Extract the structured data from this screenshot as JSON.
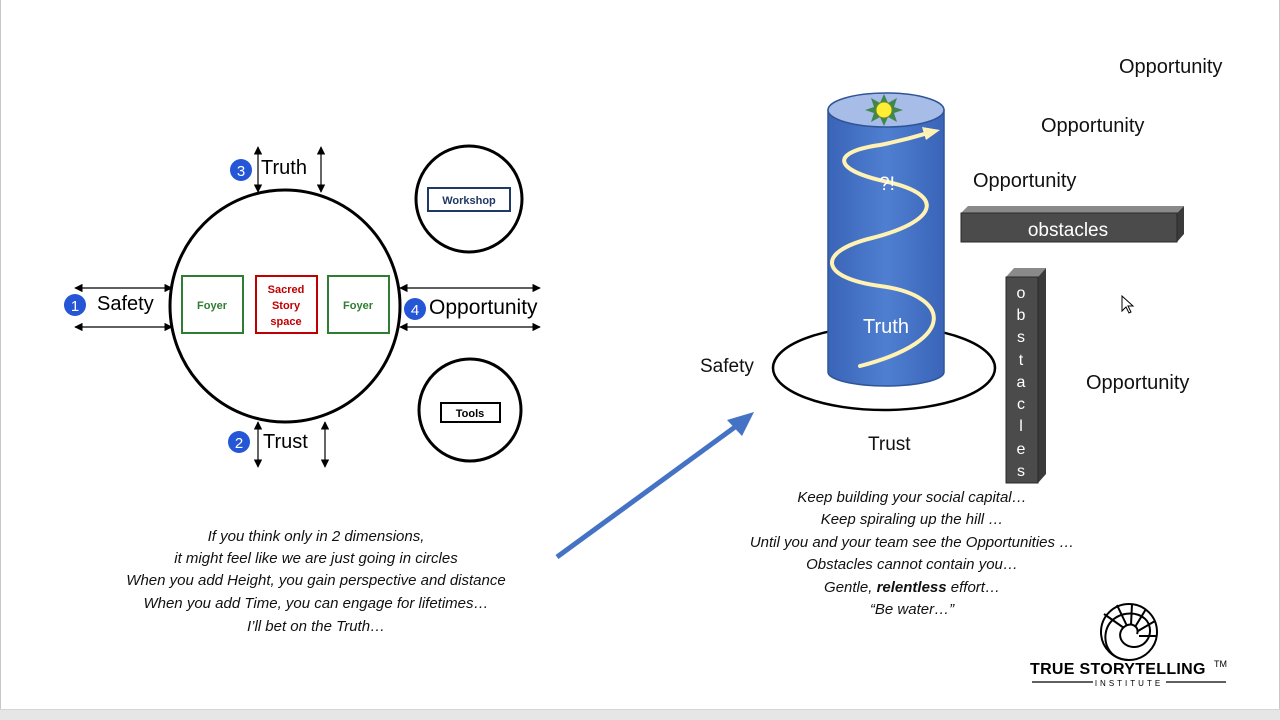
{
  "colors": {
    "blue": "#4472c4",
    "badge": "#2456d6",
    "green": "#2e7d32",
    "red": "#c00000",
    "navy": "#1f3864",
    "slab": "#4b4b4b",
    "yellow": "#ffee33",
    "cream": "#fff2b3"
  },
  "left": {
    "safety": "Safety",
    "trust": "Trust",
    "truth": "Truth",
    "opportunity": "Opportunity",
    "badges": [
      "1",
      "2",
      "3",
      "4"
    ],
    "foyer": "Foyer",
    "sacred": [
      "Sacred",
      "Story",
      "space"
    ],
    "workshop": "Workshop",
    "tools": "Tools"
  },
  "left_caption": [
    "If you think only in 2 dimensions,",
    "it might feel like we are just going in circles",
    "When you add Height, you gain perspective and distance",
    "When you add Time,  you can engage for lifetimes…",
    "I’ll bet on the Truth…"
  ],
  "right": {
    "safety": "Safety",
    "trust": "Trust",
    "truth": "Truth",
    "question": "?!",
    "opportunities": [
      "Opportunity",
      "Opportunity",
      "Opportunity",
      "Opportunity"
    ],
    "obstacles_h": "obstacles",
    "obstacles_v": [
      "o",
      "b",
      "s",
      "t",
      "a",
      "c",
      "l",
      "e",
      "s"
    ]
  },
  "right_caption": [
    "Keep building your social capital…",
    "Keep spiraling up the hill …",
    "Until you and your team see the Opportunities …",
    "Obstacles cannot contain you…",
    "Gentle, ",
    "relentless",
    " effort…",
    "“Be water…”"
  ],
  "logo": {
    "name": "TRUE STORYTELLING",
    "tm": "TM",
    "sub": "INSTITUTE"
  }
}
